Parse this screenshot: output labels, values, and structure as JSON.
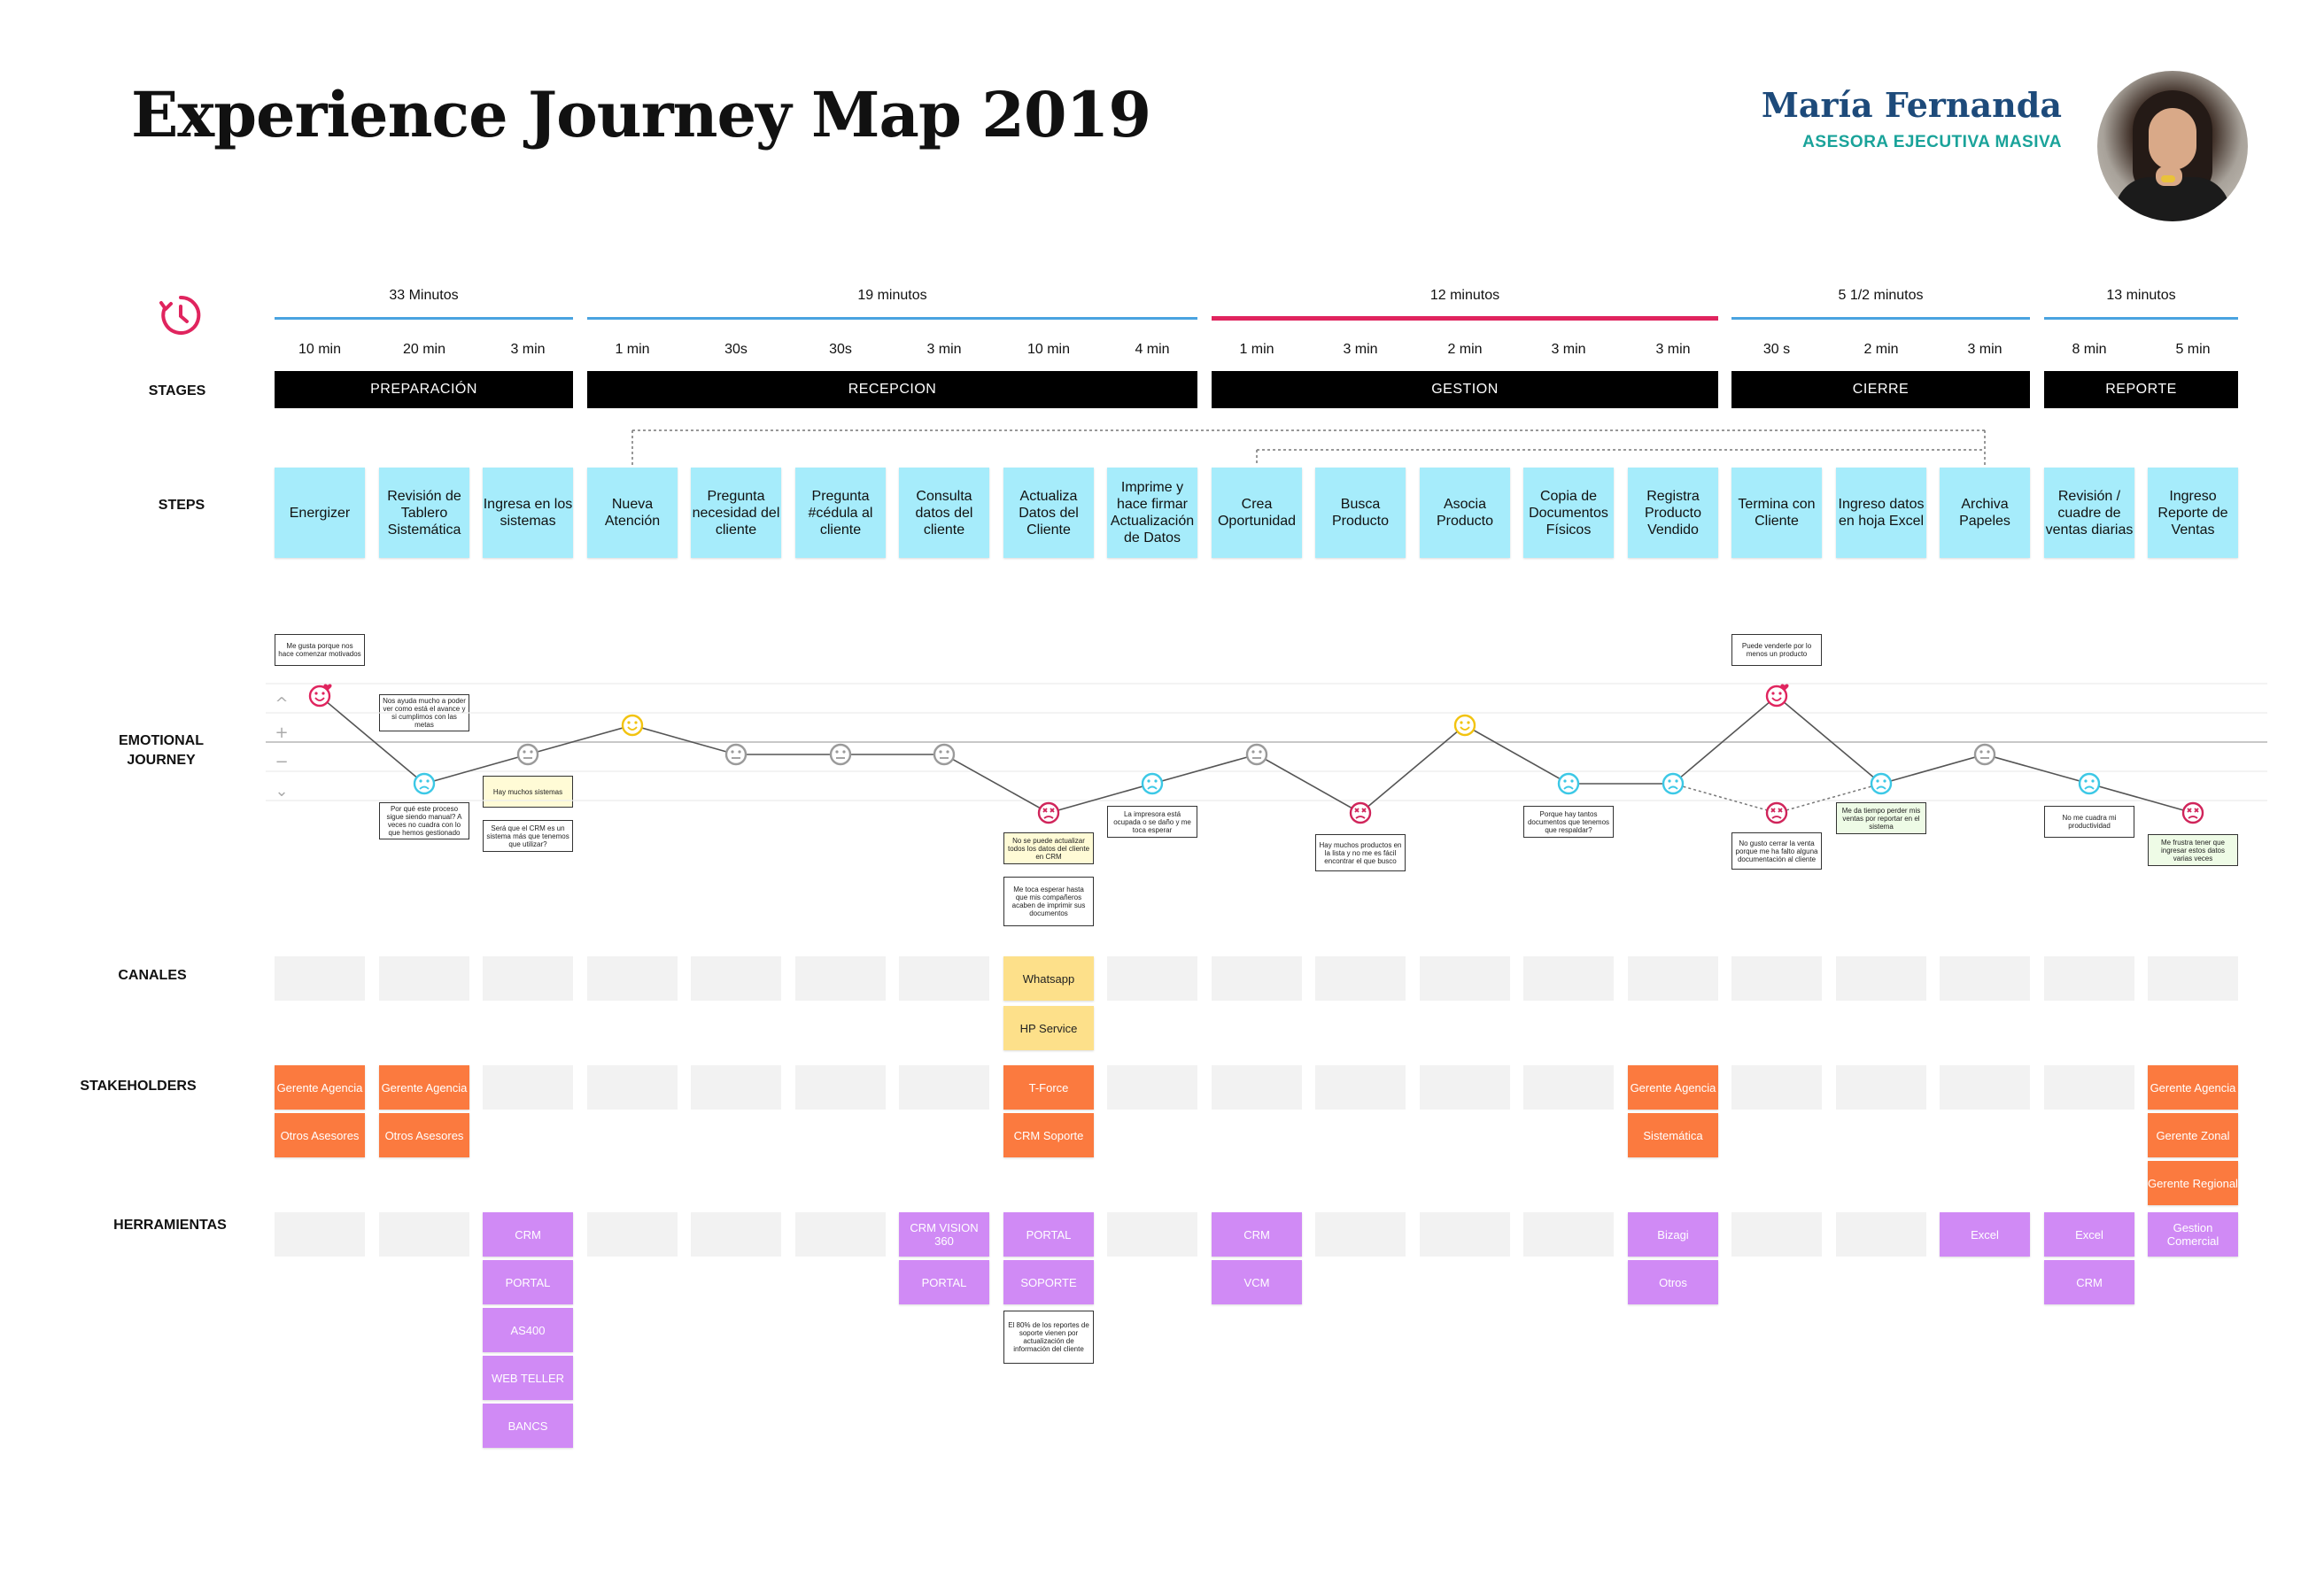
{
  "header": {
    "title": "Experience Journey  Map 2019",
    "persona_name": "María Fernanda",
    "persona_role": "ASESORA EJECUTIVA MASIVA"
  },
  "row_labels": {
    "stages": "STAGES",
    "steps": "STEPS",
    "emotional_1": "EMOTIONAL",
    "emotional_2": "JOURNEY",
    "canales": "CANALES",
    "stakeholders": "STAKEHOLDERS",
    "herramientas": "HERRAMIENTAS"
  },
  "stages": [
    {
      "name": "PREPARACIÓN",
      "duration": "33 Minutos",
      "first": 0,
      "last": 2
    },
    {
      "name": "RECEPCION",
      "duration": "19 minutos",
      "first": 3,
      "last": 8
    },
    {
      "name": "GESTION",
      "duration": "12 minutos",
      "first": 9,
      "last": 13
    },
    {
      "name": "CIERRE",
      "duration": "5 1/2 minutos",
      "first": 14,
      "last": 16
    },
    {
      "name": "REPORTE",
      "duration": "13 minutos",
      "first": 17,
      "last": 18
    }
  ],
  "steps": [
    {
      "label": "Energizer",
      "time": "10 min"
    },
    {
      "label": "Revisión de Tablero Sistemática",
      "time": "20 min"
    },
    {
      "label": "Ingresa en los sistemas",
      "time": "3 min"
    },
    {
      "label": "Nueva Atención",
      "time": "1 min"
    },
    {
      "label": "Pregunta necesidad del cliente",
      "time": "30s"
    },
    {
      "label": "Pregunta #cédula al cliente",
      "time": "30s"
    },
    {
      "label": "Consulta datos del cliente",
      "time": "3 min"
    },
    {
      "label": "Actualiza Datos del Cliente",
      "time": "10 min"
    },
    {
      "label": "Imprime y hace firmar Actualización de Datos",
      "time": "4 min"
    },
    {
      "label": "Crea Oportunidad",
      "time": "1 min"
    },
    {
      "label": "Busca Producto",
      "time": "3 min"
    },
    {
      "label": "Asocia Producto",
      "time": "2 min"
    },
    {
      "label": "Copia de Documentos Físicos",
      "time": "3 min"
    },
    {
      "label": "Registra Producto Vendido",
      "time": "3 min"
    },
    {
      "label": "Termina con Cliente",
      "time": "30 s"
    },
    {
      "label": "Ingreso datos en hoja Excel",
      "time": "2 min"
    },
    {
      "label": "Archiva Papeles",
      "time": "3 min"
    },
    {
      "label": "Revisión / cuadre de ventas diarias",
      "time": "8 min"
    },
    {
      "label": "Ingreso Reporte de Ventas",
      "time": "5 min"
    }
  ],
  "emotions": {
    "scale": [
      "^",
      "+",
      "−",
      "⌄"
    ],
    "levels": [
      2,
      -1,
      0,
      1,
      0,
      0,
      0,
      -2,
      -1,
      0,
      -2,
      1,
      -1,
      -1,
      2,
      -1,
      0,
      -1,
      -2
    ],
    "alt_levels": [
      null,
      null,
      null,
      null,
      null,
      null,
      null,
      null,
      null,
      null,
      null,
      null,
      null,
      null,
      -2,
      null,
      null,
      null,
      null
    ],
    "colors": {
      "love": "#e0245e",
      "happy": "#f2c30f",
      "neutral": "#9a9a9a",
      "sad": "#3cc8e6",
      "angry": "#d0245a"
    },
    "notes": [
      {
        "step": 0,
        "pos": "above",
        "text": "Me gusta porque nos hace comenzar motivados",
        "style": ""
      },
      {
        "step": 1,
        "pos": "above",
        "text": "Nos ayuda mucho a poder ver como está el avance y si cumplimos con las metas",
        "style": ""
      },
      {
        "step": 1,
        "pos": "below",
        "text": "Por qué este proceso sigue siendo manual? A veces no cuadra con lo que hemos gestionado",
        "style": ""
      },
      {
        "step": 2,
        "pos": "below",
        "text": "Hay muchos sistemas",
        "style": "yel"
      },
      {
        "step": 2,
        "pos": "below2",
        "text": "Será que el CRM es un sistema más que tenemos que utilizar?",
        "style": ""
      },
      {
        "step": 7,
        "pos": "below",
        "text": "No se puede actualizar todos los datos del cliente en CRM",
        "style": "yel"
      },
      {
        "step": 7,
        "pos": "below2",
        "text": "Me toca esperar hasta que mis compañeros acaben de imprimir sus documentos",
        "style": ""
      },
      {
        "step": 8,
        "pos": "below",
        "text": "La impresora está ocupada o se daño y me toca esperar",
        "style": ""
      },
      {
        "step": 10,
        "pos": "below",
        "text": "Hay muchos productos en la lista y no me es fácil encontrar el que busco",
        "style": ""
      },
      {
        "step": 12,
        "pos": "below",
        "text": "Porque hay tantos documentos que tenemos que respaldar?",
        "style": ""
      },
      {
        "step": 14,
        "pos": "above",
        "text": "Puede venderle por lo menos un producto",
        "style": ""
      },
      {
        "step": 14,
        "pos": "below",
        "text": "No gusto cerrar la venta porque me ha falto alguna documentación al cliente",
        "style": ""
      },
      {
        "step": 15,
        "pos": "below",
        "text": "Me da tiempo perder mis ventas por reportar en el sistema",
        "style": "grn"
      },
      {
        "step": 17,
        "pos": "below",
        "text": "No me cuadra mi productividad",
        "style": ""
      },
      {
        "step": 18,
        "pos": "below",
        "text": "Me frustra tener que ingresar estos datos varias veces",
        "style": "grn"
      }
    ]
  },
  "canales": [
    {
      "step": 7,
      "items": [
        "Whatsapp",
        "HP Service"
      ]
    }
  ],
  "stakeholders": [
    {
      "step": 0,
      "items": [
        "Gerente Agencia",
        "Otros Asesores"
      ]
    },
    {
      "step": 1,
      "items": [
        "Gerente Agencia",
        "Otros Asesores"
      ]
    },
    {
      "step": 7,
      "items": [
        "T-Force",
        "CRM Soporte"
      ]
    },
    {
      "step": 13,
      "items": [
        "Gerente Agencia",
        "Sistemática"
      ]
    },
    {
      "step": 18,
      "items": [
        "Gerente Agencia",
        "Gerente Zonal",
        "Gerente Regional"
      ]
    }
  ],
  "herramientas": [
    {
      "step": 2,
      "items": [
        "CRM",
        "PORTAL",
        "AS400",
        "WEB TELLER",
        "BANCS"
      ]
    },
    {
      "step": 6,
      "items": [
        "CRM VISION 360",
        "PORTAL"
      ]
    },
    {
      "step": 7,
      "items": [
        "PORTAL",
        "SOPORTE"
      ]
    },
    {
      "step": 9,
      "items": [
        "CRM",
        "VCM"
      ]
    },
    {
      "step": 13,
      "items": [
        "Bizagi",
        "Otros"
      ]
    },
    {
      "step": 16,
      "items": [
        "Excel"
      ]
    },
    {
      "step": 17,
      "items": [
        "Excel",
        "CRM"
      ]
    },
    {
      "step": 18,
      "items": [
        "Gestion Comercial"
      ]
    }
  ],
  "herramientas_note": {
    "step": 7,
    "text": "El 80% de los reportes de soporte vienen por actualización de información del cliente"
  }
}
